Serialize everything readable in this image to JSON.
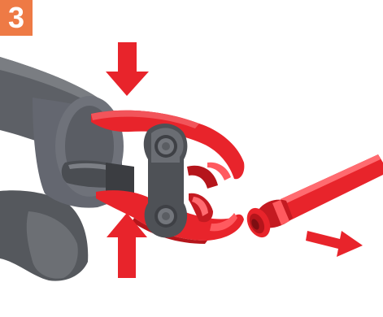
{
  "step": {
    "number": "3",
    "badge_color": "#ee7a45"
  },
  "colors": {
    "tool_gray": "#5d6066",
    "tool_dark": "#3b3d41",
    "tool_light": "#8a8d92",
    "jaw_red": "#e8242b",
    "jaw_dark": "#b5151b",
    "arrow_red": "#e8242b"
  },
  "illustration": {
    "icons": [
      "press-tool-body",
      "press-jaw",
      "down-press-arrow",
      "up-press-arrow",
      "pipe-fitting",
      "insert-direction-arrow"
    ]
  }
}
